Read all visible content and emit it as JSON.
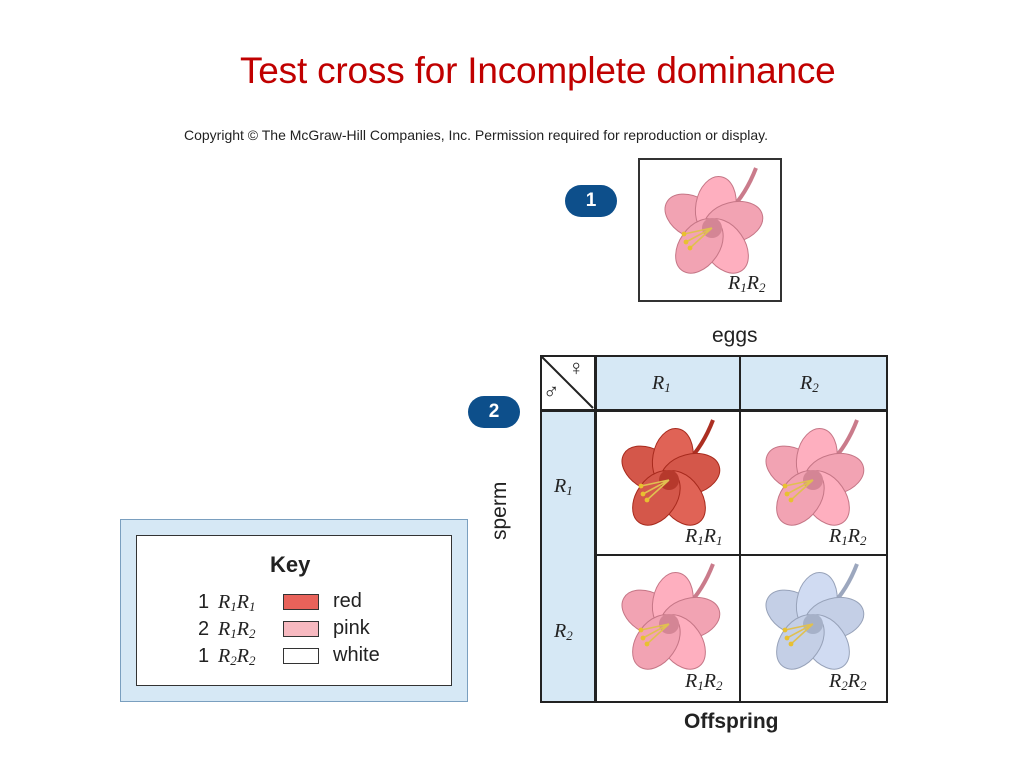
{
  "slide": {
    "title": "Test cross for Incomplete dominance",
    "copyright": "Copyright © The McGraw-Hill Companies, Inc. Permission required for reproduction or display."
  },
  "steps": [
    "1",
    "2"
  ],
  "parent": {
    "genotype": "R1R2",
    "color": "#f2a3b3"
  },
  "punnett": {
    "eggs_label": "eggs",
    "sperm_label": "sperm",
    "offspring_label": "Offspring",
    "female_symbol": "♀",
    "male_symbol": "♂",
    "egg_alleles": [
      "R1",
      "R2"
    ],
    "sperm_alleles": [
      "R1",
      "R2"
    ],
    "offspring": [
      {
        "genotype": "R1R1",
        "color": "#d4574a"
      },
      {
        "genotype": "R1R2",
        "color": "#f2a3b3"
      },
      {
        "genotype": "R1R2",
        "color": "#f2a3b3"
      },
      {
        "genotype": "R2R2",
        "color": "#c4cfe6"
      }
    ]
  },
  "key": {
    "title": "Key",
    "rows": [
      {
        "count": "1",
        "genotype": "R1R1",
        "label": "red",
        "color": "#e8625a"
      },
      {
        "count": "2",
        "genotype": "R1R2",
        "label": "pink",
        "color": "#f7b9c0"
      },
      {
        "count": "1",
        "genotype": "R2R2",
        "label": "white",
        "color": "#ffffff"
      }
    ]
  },
  "colors": {
    "title": "#c00000",
    "badge": "#0d4f8b",
    "header_fill": "#d6e8f5"
  }
}
